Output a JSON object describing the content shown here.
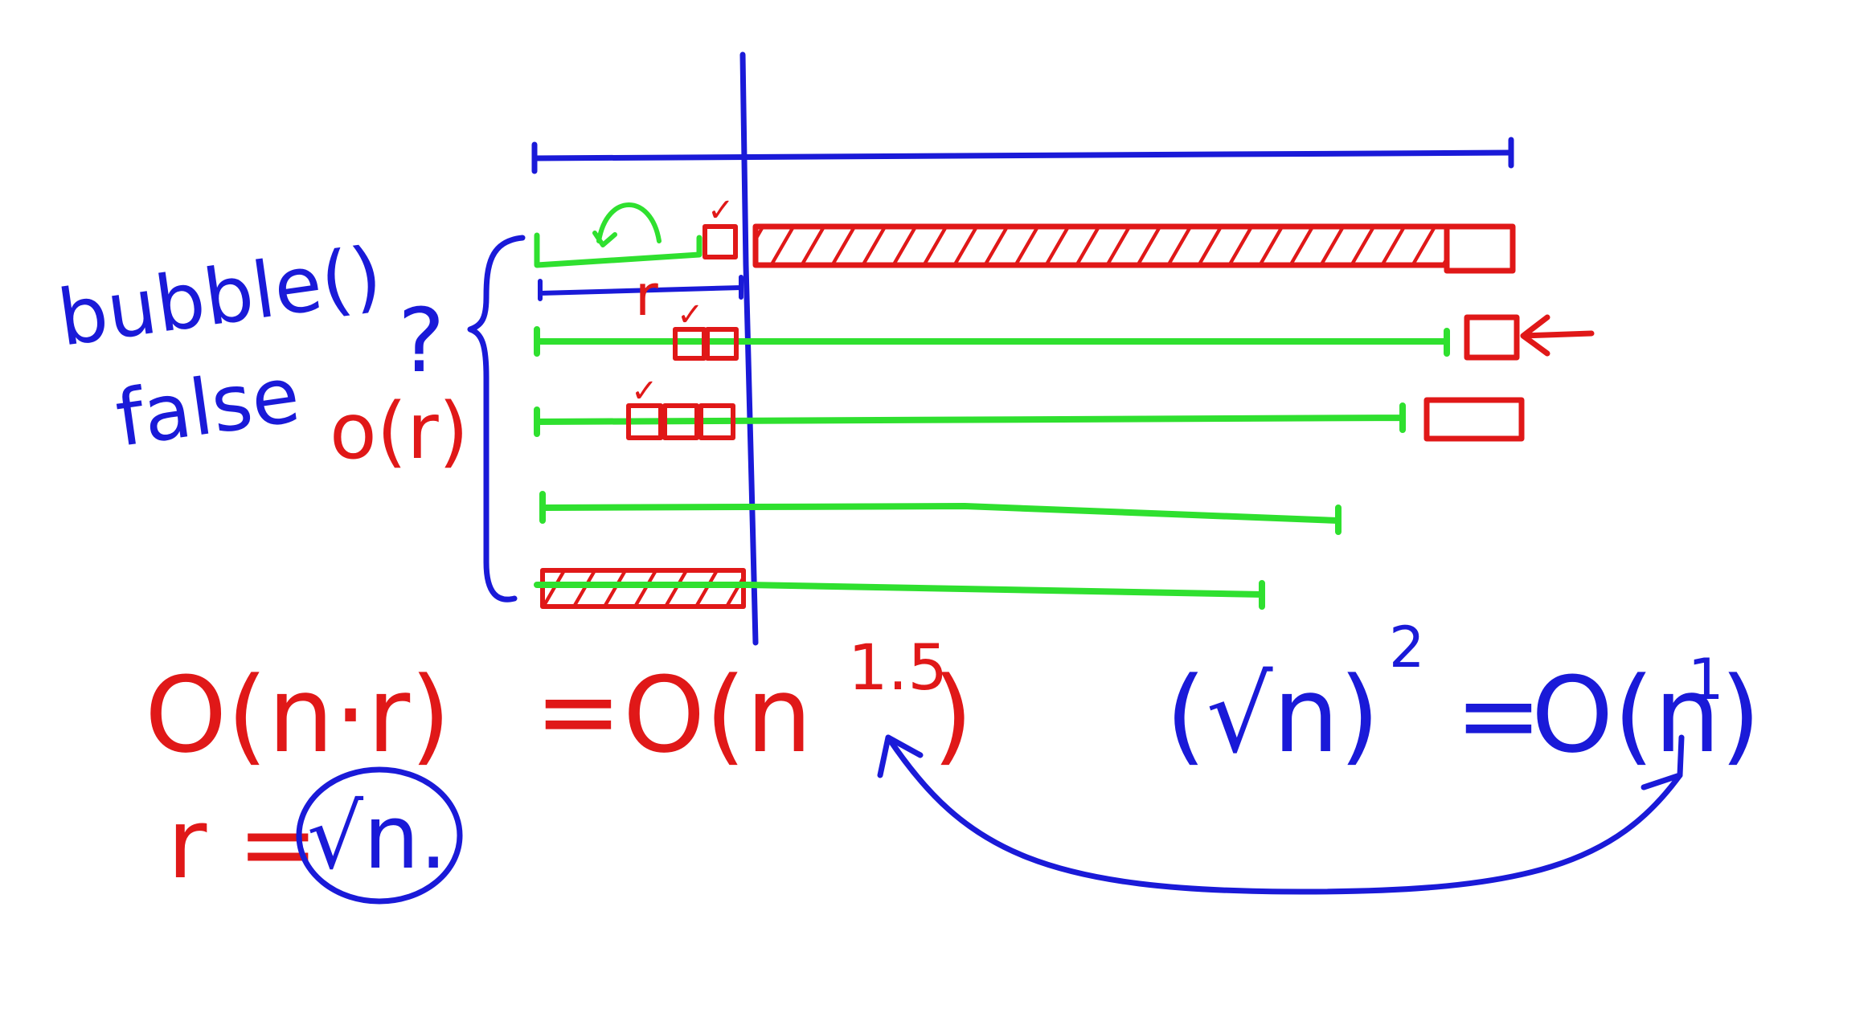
{
  "colors": {
    "blue": "#1a1ad8",
    "red": "#e01818",
    "green": "#2fe02f",
    "background": "#ffffff"
  },
  "labels": {
    "bubble": "bubble()",
    "false_text": "false",
    "question": "?",
    "o_r": "o(r)",
    "r_marker": "r",
    "checkmark": "✓"
  },
  "formulas": {
    "left_lhs": "O(n·r)",
    "equals": "=",
    "left_rhs_base": "O(n",
    "left_rhs_exp": "1.5",
    "left_rhs_close": ")",
    "r_lhs": "r =",
    "r_rhs": "√n.",
    "right_base": "(√n)",
    "right_exp": "2",
    "right_equals": "=",
    "right_rhs_base": "O(n",
    "right_rhs_exp": "1",
    "right_rhs_close": ")"
  }
}
